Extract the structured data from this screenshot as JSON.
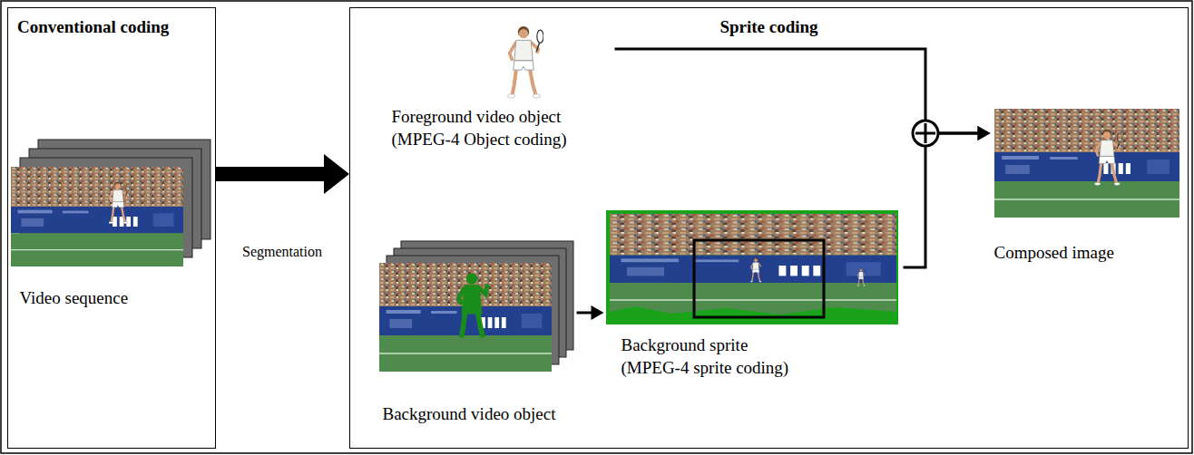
{
  "diagram": {
    "nodes": [
      {
        "text": [
          "Conventional coding"
        ]
      },
      {
        "text": [
          "Video sequence"
        ],
        "in": 0
      },
      {
        "text": [
          "Sprite coding"
        ]
      },
      {
        "text": [
          "Foreground video object (MPEG-4 Object coding)"
        ],
        "in": 2
      },
      {
        "text": [
          "Background video object"
        ],
        "in": 2
      },
      {
        "text": [
          "Background sprite (MPEG-4 sprite coding)"
        ],
        "in": 2
      },
      {
        "text": [
          "Composed image"
        ],
        "in": 2
      }
    ],
    "edges": [
      {
        "from": 0,
        "to": 2,
        "label": "Segmentation",
        "arrow": "to"
      },
      {
        "from": 4,
        "to": 5,
        "arrow": "to"
      },
      {
        "from": 3,
        "to": 6,
        "arrow": "to"
      },
      {
        "from": 5,
        "to": 6,
        "arrow": "to"
      }
    ]
  }
}
